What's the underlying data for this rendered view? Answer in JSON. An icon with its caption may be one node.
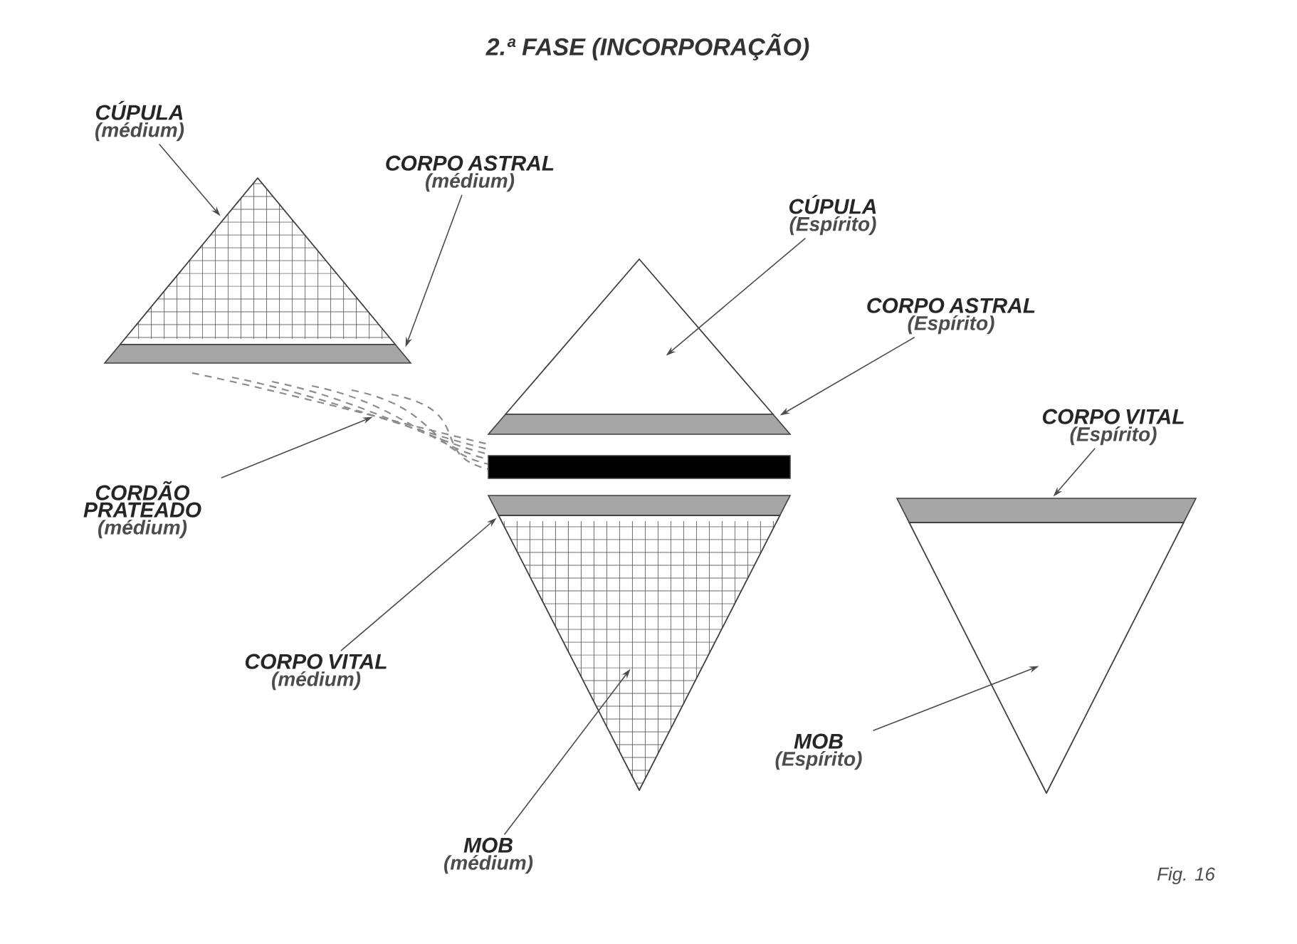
{
  "diagram": {
    "title": "2.ª FASE (INCORPORAÇÃO)",
    "nodes": [
      {
        "text": [
          "CÚPULA",
          "(médium)"
        ]
      },
      {
        "text": [
          "CORPO ASTRAL",
          "(médium)"
        ]
      },
      {
        "text": [
          "CÚPULA",
          "(Espírito)"
        ]
      },
      {
        "text": [
          "CORPO ASTRAL",
          "(Espírito)"
        ]
      },
      {
        "text": [
          "CORDÃO PRATEADO",
          "(médium)"
        ]
      },
      {
        "text": [
          "CORPO VITAL",
          "(Espírito)"
        ]
      },
      {
        "text": [
          "CORPO VITAL",
          "(médium)"
        ]
      },
      {
        "text": [
          "MOB",
          "(Espírito)"
        ]
      },
      {
        "text": [
          "MOB",
          "(médium)"
        ]
      },
      {
        "text": [],
        "shape": "triangle"
      },
      {
        "text": [],
        "shape": "bar"
      },
      {
        "text": [],
        "shape": "line"
      },
      {
        "text": [],
        "shape": "triangle"
      },
      {
        "text": [],
        "shape": "bar"
      },
      {
        "text": [],
        "shape": "bar"
      },
      {
        "text": [],
        "shape": "triangle"
      },
      {
        "text": [],
        "shape": "bar"
      },
      {
        "text": [],
        "shape": "triangle"
      },
      {
        "text": [],
        "shape": "bar"
      }
    ],
    "edges": [
      {
        "from": 0,
        "to": 9,
        "arrow": "to"
      },
      {
        "from": 1,
        "to": 10,
        "arrow": "to"
      },
      {
        "from": 2,
        "to": 12,
        "arrow": "to"
      },
      {
        "from": 3,
        "to": 13,
        "arrow": "to"
      },
      {
        "from": 4,
        "to": 11,
        "arrow": "to"
      },
      {
        "from": 5,
        "to": 16,
        "arrow": "to"
      },
      {
        "from": 6,
        "to": 14,
        "arrow": "to"
      },
      {
        "from": 7,
        "to": 17,
        "arrow": "to"
      },
      {
        "from": 8,
        "to": 15,
        "arrow": "to"
      }
    ],
    "labels": [
      "Fig. 16"
    ]
  }
}
